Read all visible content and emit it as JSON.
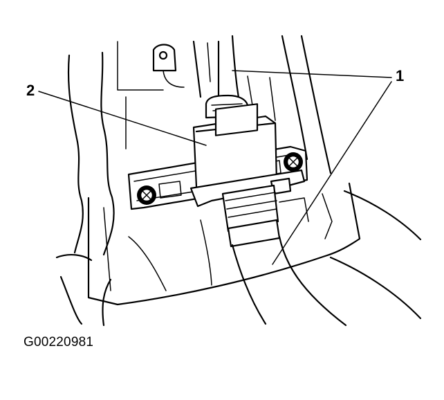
{
  "callouts": [
    {
      "number": "1"
    },
    {
      "number": "2"
    }
  ],
  "figure_id": "G00220981"
}
